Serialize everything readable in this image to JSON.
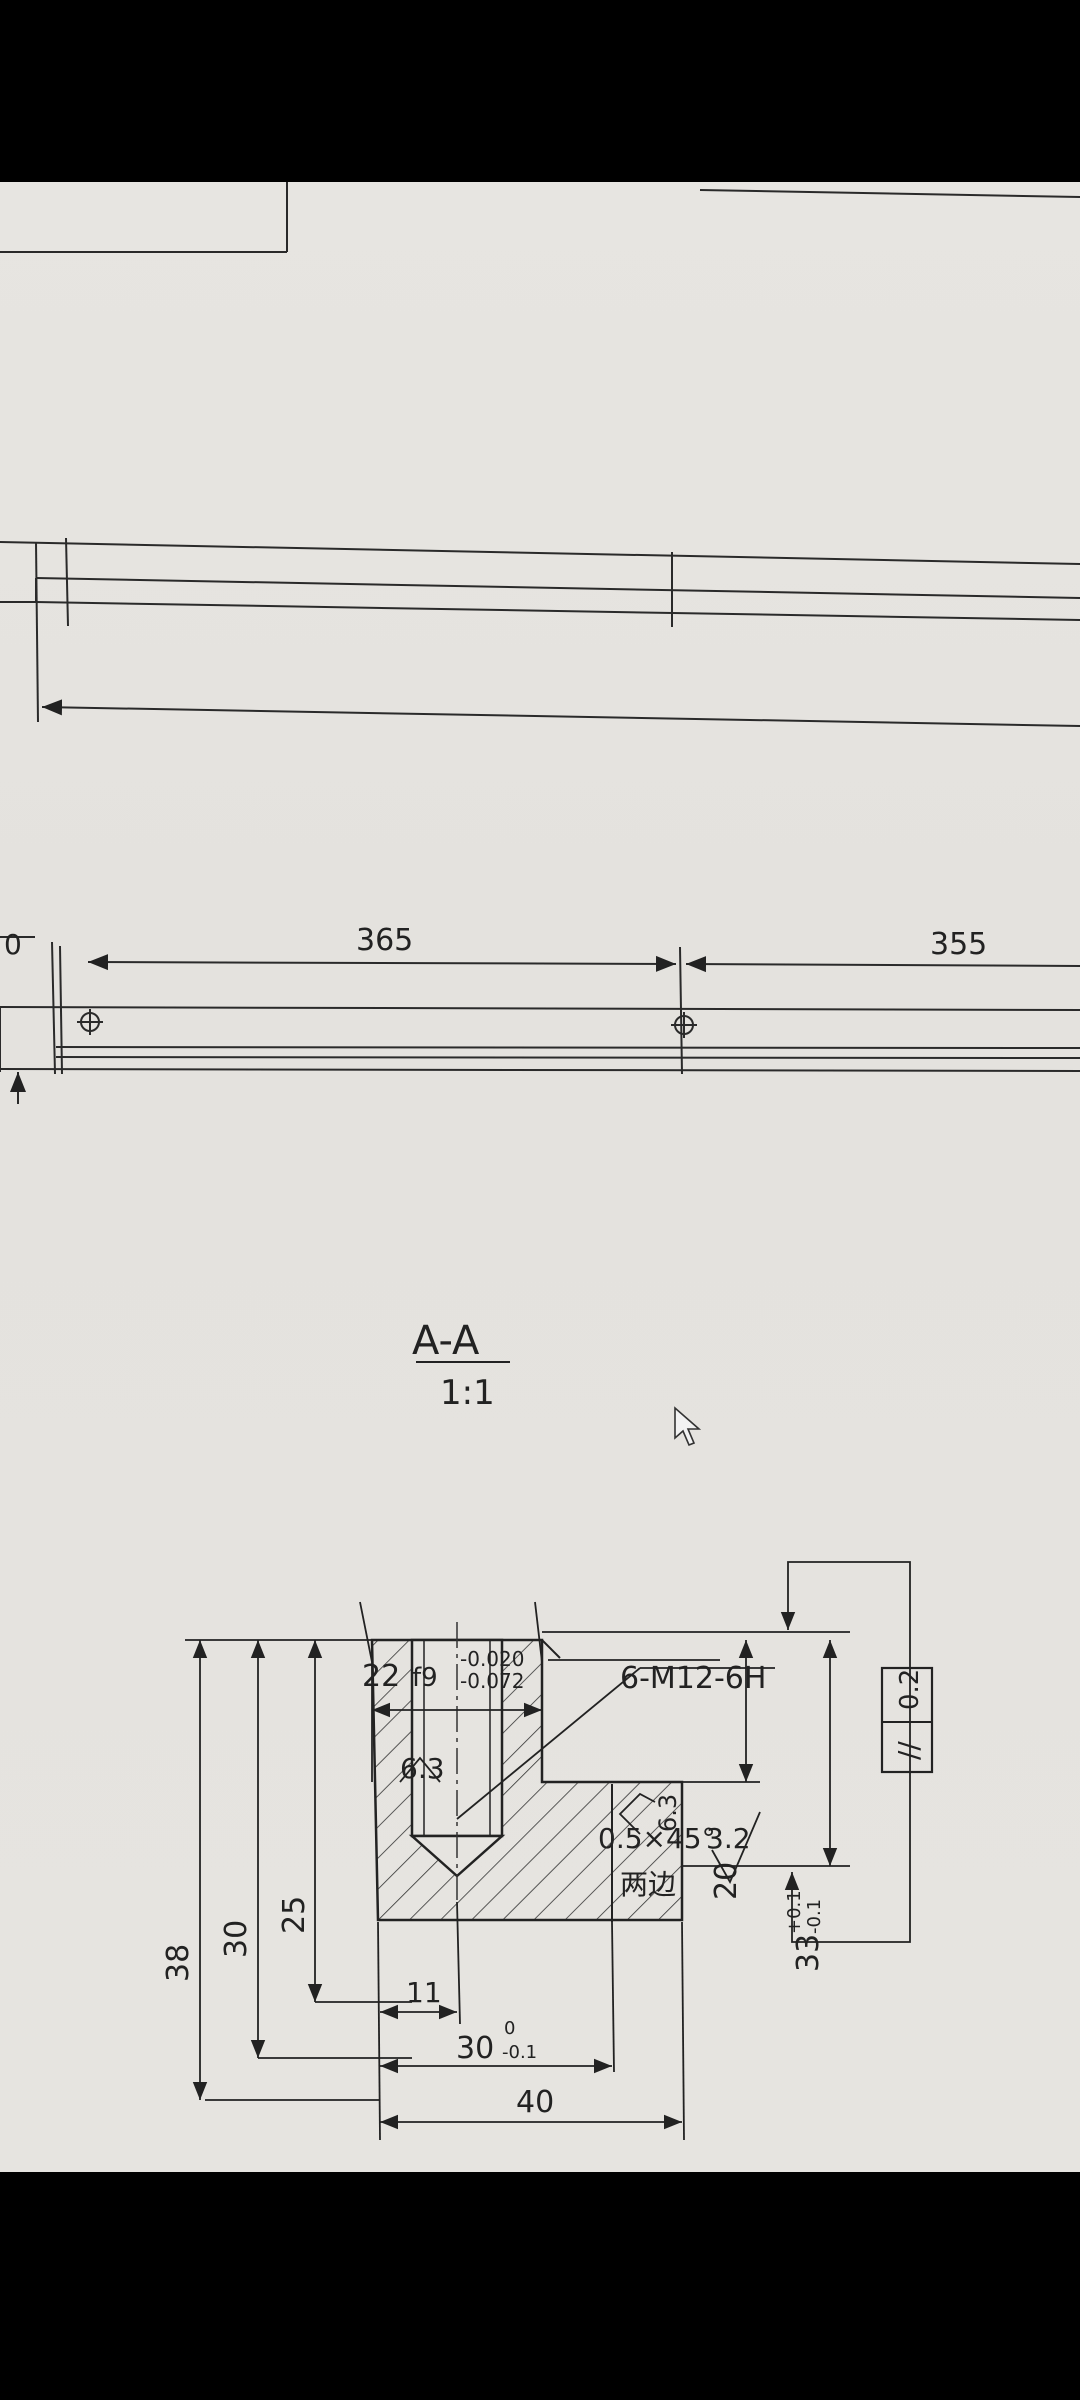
{
  "photo": {
    "background": "#000000",
    "paper": "#e6e4e0",
    "ink": "#2a2a2a"
  },
  "top_view": {
    "left_partial_dim": "0",
    "dim_1": "365",
    "dim_2": "355"
  },
  "section": {
    "title": "A-A",
    "scale": "1:1",
    "width_dim": "22",
    "width_fit": "f9",
    "width_tol_upper": "-0.020",
    "width_tol_lower": "-0.072",
    "thread_callout": "6-M12-6H",
    "chamfer": "0.5×45°",
    "chamfer_note": "两边",
    "roughness_top": "6.3",
    "roughness_side": "6.3",
    "roughness_step": "3.2",
    "dim_38": "38",
    "dim_30": "30",
    "dim_25": "25",
    "dim_20": "20",
    "dim_33_base": "33",
    "dim_33_upper": "+0.1",
    "dim_33_lower": "-0.1",
    "dim_11": "11",
    "dim_30_base": "30",
    "dim_30_upper": "0",
    "dim_30_lower": "-0.1",
    "dim_40": "40",
    "parallelism_symbol": "//",
    "parallelism_value": "0.2"
  }
}
